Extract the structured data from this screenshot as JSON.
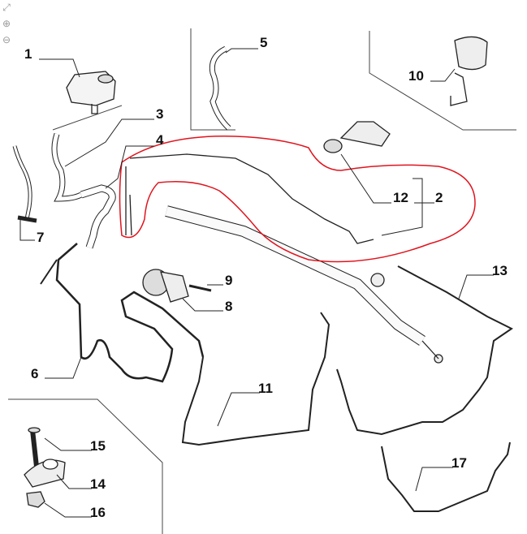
{
  "viewer": {
    "tools": [
      {
        "name": "fit-to-screen",
        "icon": "expand-icon"
      },
      {
        "name": "zoom-in",
        "icon": "zoom-in-icon"
      },
      {
        "name": "zoom-out",
        "icon": "zoom-out-icon"
      }
    ]
  },
  "diagram": {
    "highlight_color": "#e0141e",
    "line_color": "#222222",
    "callouts": {
      "c1": "1",
      "c2": "2",
      "c3": "3",
      "c4": "4",
      "c5": "5",
      "c6": "6",
      "c7": "7",
      "c8": "8",
      "c9": "9",
      "c10": "10",
      "c11": "11",
      "c12": "12",
      "c13": "13",
      "c14": "14",
      "c15": "15",
      "c16": "16",
      "c17": "17"
    }
  }
}
